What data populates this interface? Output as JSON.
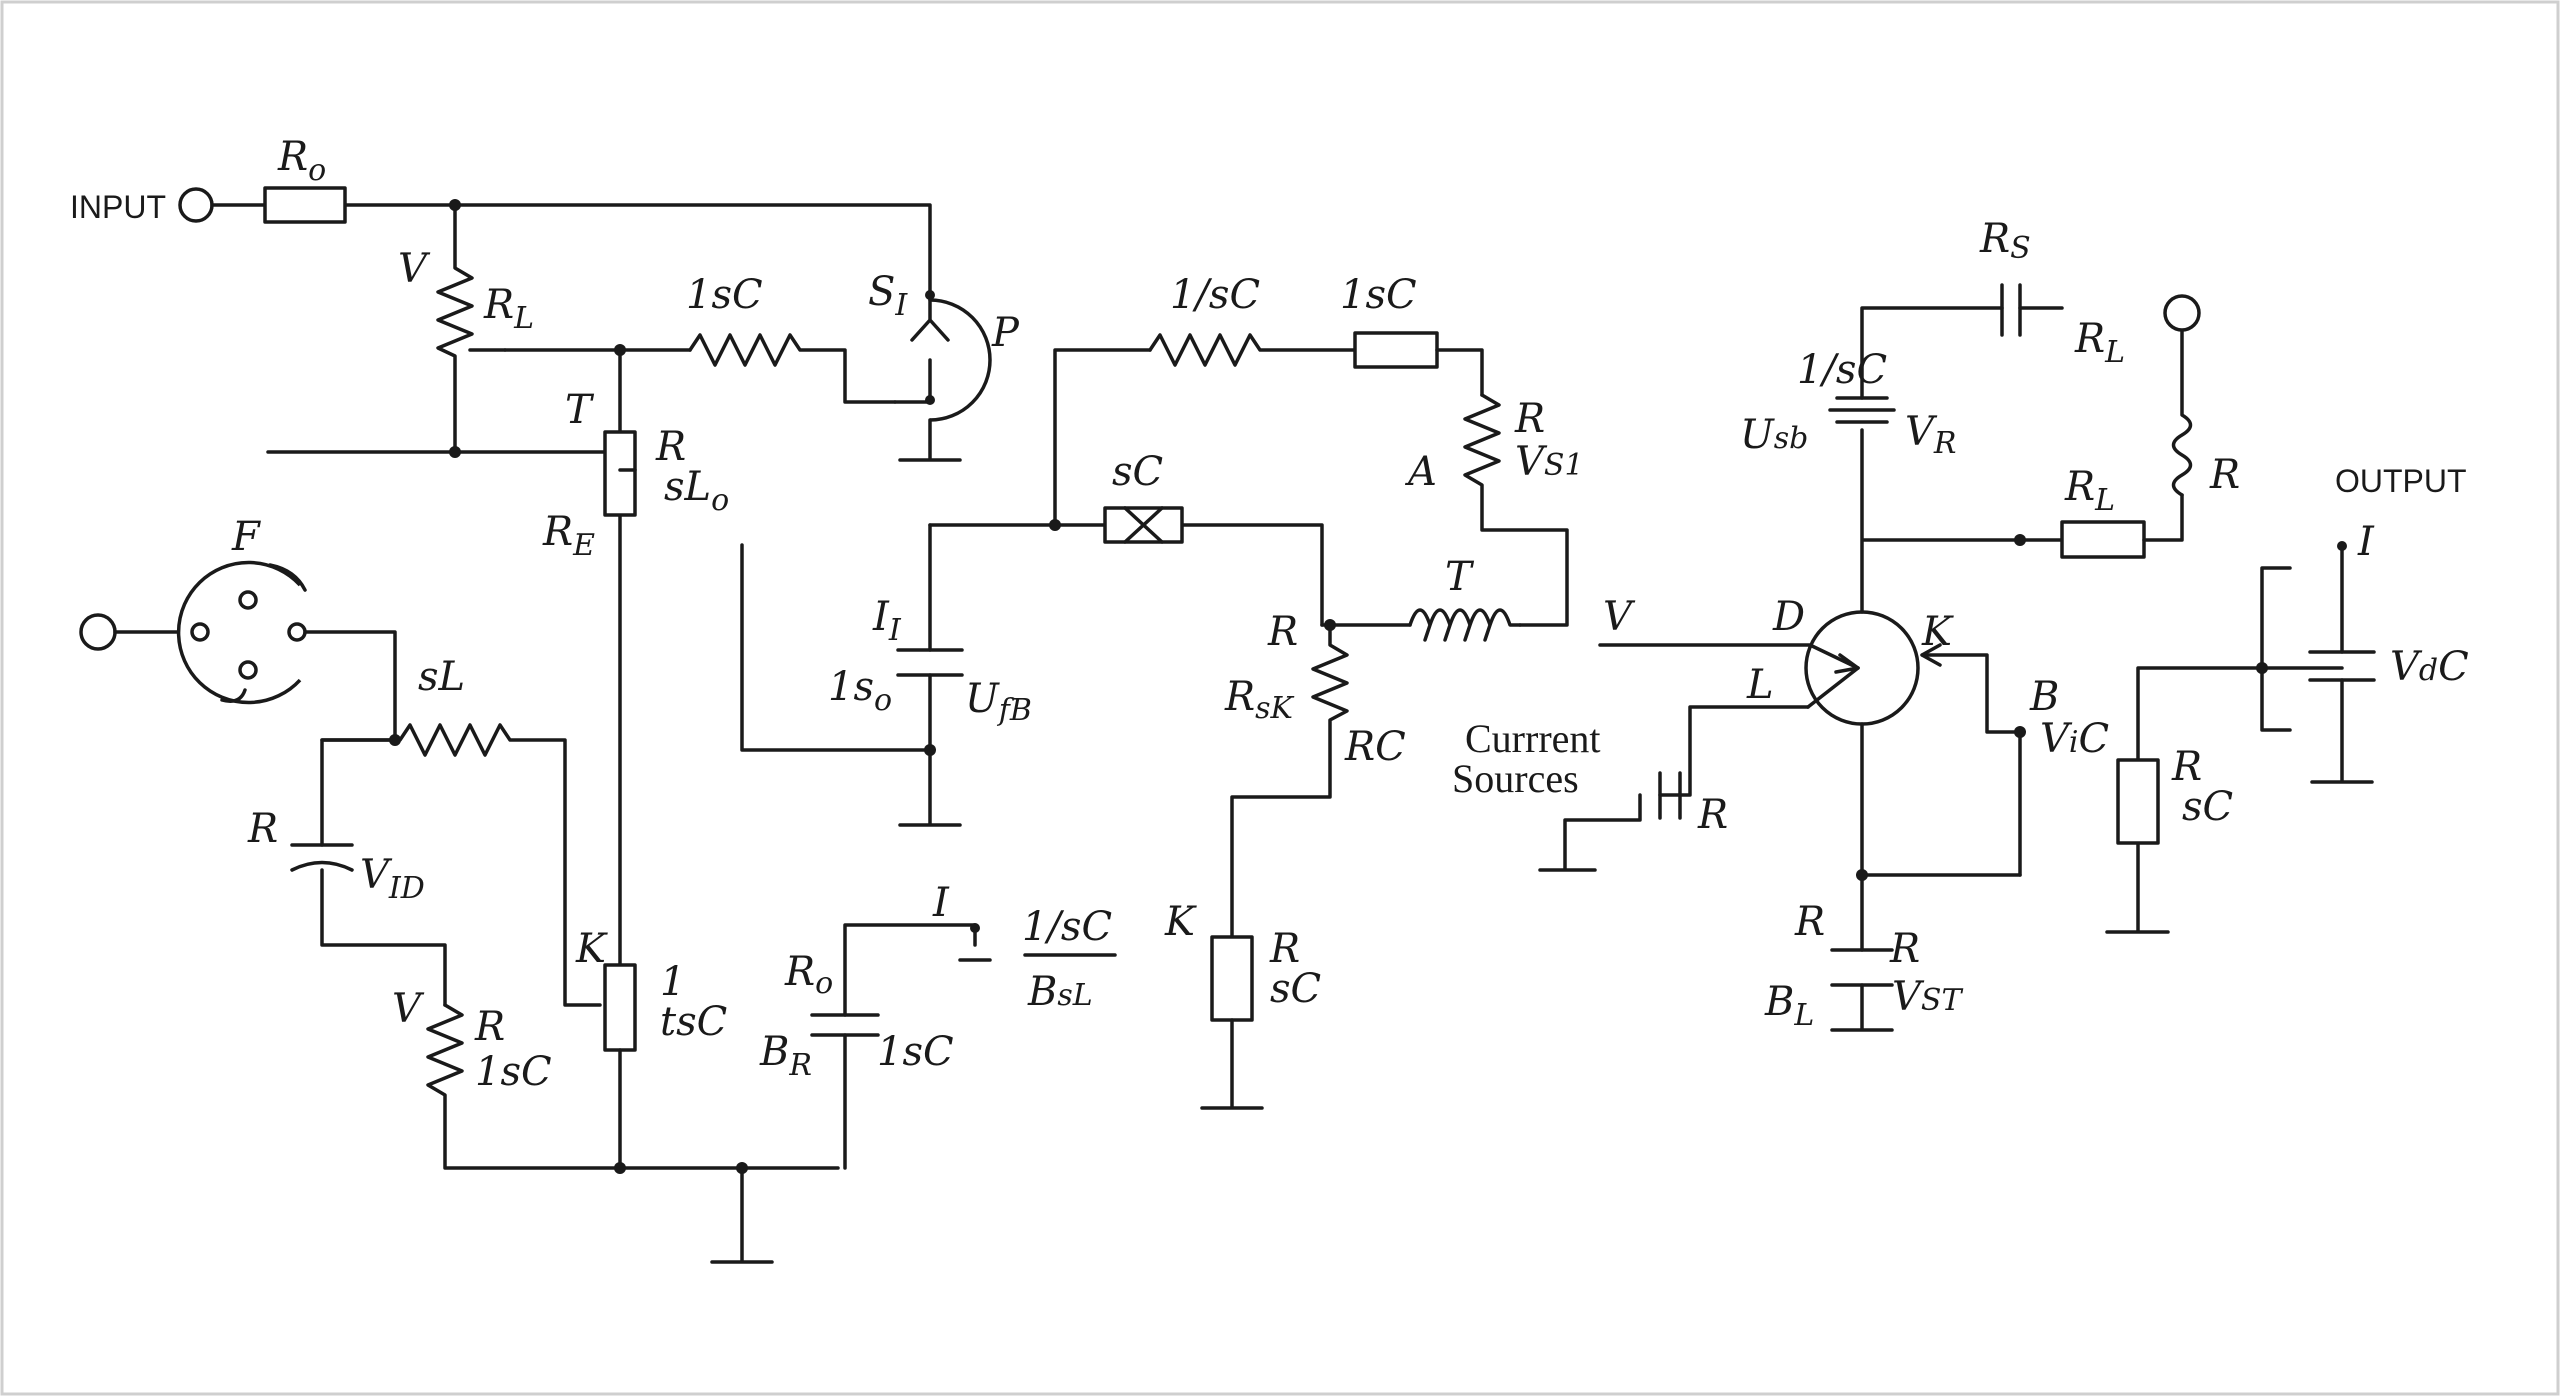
{
  "terminals": {
    "input": "INPUT",
    "output": "OUTPUT"
  },
  "labels": {
    "r_o_top": "R",
    "r_o_top_sub": "o",
    "v_left": "V",
    "r_l_left": "R",
    "r_l_left_sub": "L",
    "sc_top_left": "1sC",
    "s1": "S",
    "s1_sub": "I",
    "p": "P",
    "t_left": "T",
    "r_mid": "R",
    "sl_o": "sL",
    "sl_o_sub": "o",
    "r_e": "R",
    "r_e_sub": "E",
    "f": "F",
    "sl": "sL",
    "r_cap_left": "R",
    "v_id": "V",
    "v_id_sub": "ID",
    "k_left": "K",
    "one_left": "1",
    "tsc": "tsC",
    "v_bottom_left": "V",
    "r_bottom_left": "R",
    "one_sc_bottom_left": "1sC",
    "i_mid": "I",
    "i_mid_sub": "I",
    "one_so": "1s",
    "one_so_sub": "o",
    "u_fb": "U",
    "u_fb_sub": "fB",
    "r_o_bottom": "R",
    "r_o_bottom_sub": "o",
    "b_r": "B",
    "b_r_sub": "R",
    "one_sc_bottom": "1sC",
    "i_small": "I",
    "frac_num": "1/sC",
    "frac_den": "B",
    "frac_den_sub": "sL",
    "one_over_sc_top": "1/sC",
    "one_sc_top_mid": "1sC",
    "sc_cap": "sC",
    "r_right_top": "R",
    "a": "A",
    "v_s1": "V",
    "v_s1_sub": "S1",
    "t_mid": "T",
    "r_pot": "R",
    "r_sk": "R",
    "r_sk_sub": "sK",
    "rc": "RC",
    "k_mid": "K",
    "r_sc_mid": "R",
    "sc_mid": "sC",
    "v_mid": "V",
    "d": "D",
    "k_right": "K",
    "l": "L",
    "current_sources_1": "Currrent",
    "current_sources_2": "Sources",
    "r_cs": "R",
    "r_s_top": "R",
    "r_s_top_sub": "S",
    "r_l_top_right": "R",
    "r_l_top_right_sub": "L",
    "one_over_sc_right": "1/sC",
    "u_sb": "U",
    "u_sb_sub": "sb",
    "v_r": "V",
    "v_r_sub": "R",
    "r_l_right": "R",
    "r_l_right_sub": "L",
    "r_inductor": "R",
    "b_right": "B",
    "v_ic": "V",
    "v_ic_sub": "i",
    "v_ic_c": "C",
    "r_bottom_right": "R",
    "r_bottom_right_2": "R",
    "b_l": "B",
    "b_l_sub": "L",
    "v_st": "V",
    "v_st_sub": "ST",
    "i_output": "I",
    "v_dc": "V",
    "v_dc_sub": "d",
    "v_dc_c": "C",
    "r_out": "R",
    "sc_out": "sC"
  }
}
